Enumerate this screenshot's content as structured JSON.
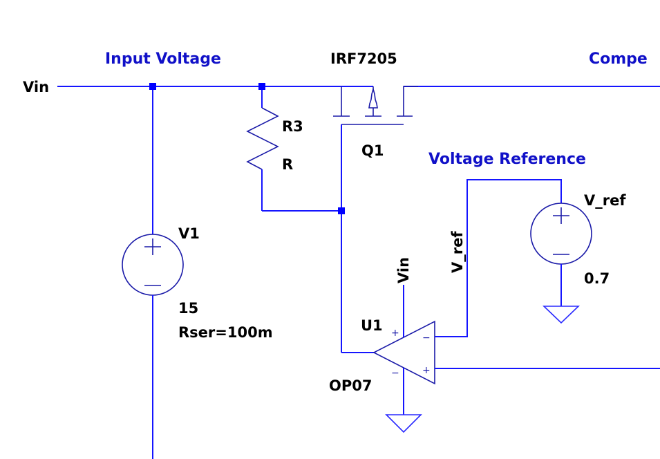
{
  "schematic": {
    "comments": {
      "input_voltage": "Input Voltage",
      "voltage_reference": "Voltage Reference",
      "compensation_truncated": "Compe"
    },
    "net_labels": {
      "vin_left": "Vin",
      "vin_opamp": "Vin",
      "vref_opamp": "V_ref"
    },
    "components": {
      "q1": {
        "model": "IRF7205",
        "ref": "Q1"
      },
      "r3": {
        "ref": "R3",
        "value": "R"
      },
      "v1": {
        "ref": "V1",
        "value": "15",
        "param": "Rser=100m"
      },
      "vref": {
        "ref": "V_ref",
        "value": "0.7"
      },
      "u1": {
        "ref": "U1",
        "model": "OP07",
        "pin_plus_top": "+",
        "pin_minus_in": "−",
        "pin_plus_in": "+",
        "pin_minus_bottom": "−"
      }
    },
    "colors": {
      "wire": "#1515ff",
      "symbol": "#1a1aa8",
      "comment_text": "#1010c8",
      "label_text": "#000000",
      "junction": "#0000ff"
    }
  }
}
